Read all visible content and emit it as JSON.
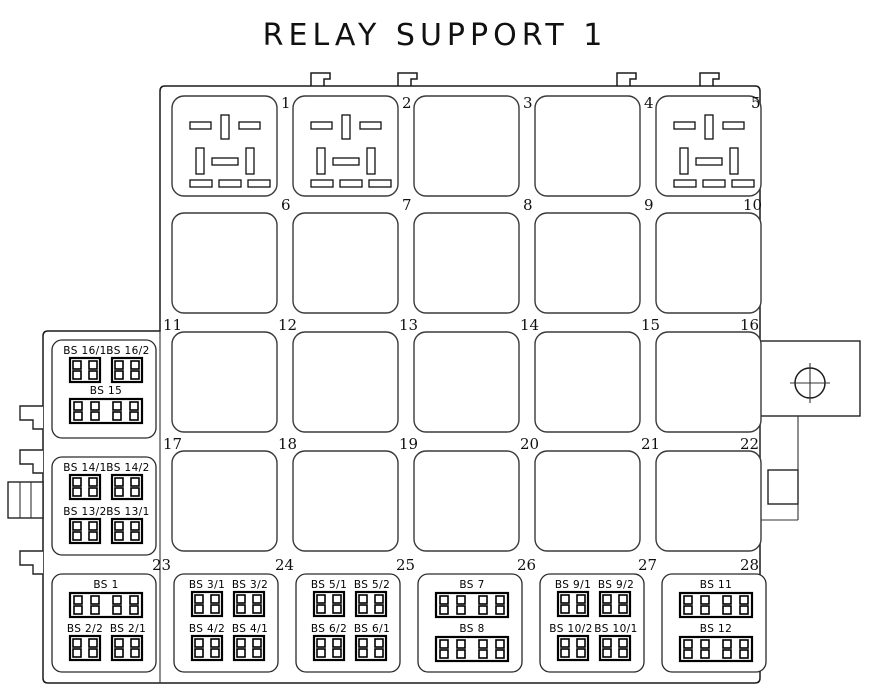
{
  "title": "RELAY SUPPORT 1",
  "diagram": {
    "kind": "relay-and-fuse-box-layout",
    "grid_numbers": [
      1,
      2,
      3,
      4,
      5,
      6,
      7,
      8,
      9,
      10,
      11,
      12,
      13,
      14,
      15,
      16,
      17,
      18,
      19,
      20,
      21,
      22,
      23,
      24,
      25,
      26,
      27,
      28
    ],
    "relay_sockets": [
      {
        "number": "1",
        "populated": true
      },
      {
        "number": "2",
        "populated": true
      },
      {
        "number": "3",
        "populated": false
      },
      {
        "number": "4",
        "populated": false
      },
      {
        "number": "5",
        "populated": true
      },
      {
        "number": "6",
        "populated": false
      },
      {
        "number": "7",
        "populated": false
      },
      {
        "number": "8",
        "populated": false
      },
      {
        "number": "9",
        "populated": false
      },
      {
        "number": "10",
        "populated": false
      },
      {
        "number": "11",
        "populated": false
      },
      {
        "number": "12",
        "populated": false
      },
      {
        "number": "13",
        "populated": false
      },
      {
        "number": "14",
        "populated": false
      },
      {
        "number": "15",
        "populated": false
      },
      {
        "number": "16",
        "populated": false
      },
      {
        "number": "17",
        "populated": false
      },
      {
        "number": "18",
        "populated": false
      },
      {
        "number": "19",
        "populated": false
      },
      {
        "number": "20",
        "populated": false
      },
      {
        "number": "21",
        "populated": false
      },
      {
        "number": "22",
        "populated": false
      }
    ],
    "fuse_groups": [
      {
        "id": "group-16-15",
        "position": "left-column-upper",
        "items": [
          {
            "label": "BS 16/1",
            "pins": "2x2"
          },
          {
            "label": "BS 16/2",
            "pins": "2x2"
          },
          {
            "label": "BS 15",
            "pins": "4x2"
          }
        ]
      },
      {
        "id": "group-14-13",
        "position": "left-column-middle",
        "items": [
          {
            "label": "BS 14/1",
            "pins": "2x2"
          },
          {
            "label": "BS 14/2",
            "pins": "2x2"
          },
          {
            "label": "BS 13/2",
            "pins": "2x2"
          },
          {
            "label": "BS 13/1",
            "pins": "2x2"
          }
        ]
      },
      {
        "id": "group-1-2",
        "position": "bottom-row-1",
        "items": [
          {
            "label": "BS 1",
            "pins": "4x2"
          },
          {
            "label": "BS 2/2",
            "pins": "2x2"
          },
          {
            "label": "BS 2/1",
            "pins": "2x2"
          }
        ]
      },
      {
        "id": "group-3-4",
        "position": "bottom-row-2",
        "items": [
          {
            "label": "BS 3/1",
            "pins": "2x2"
          },
          {
            "label": "BS 3/2",
            "pins": "2x2"
          },
          {
            "label": "BS 4/2",
            "pins": "2x2"
          },
          {
            "label": "BS 4/1",
            "pins": "2x2"
          }
        ]
      },
      {
        "id": "group-5-6",
        "position": "bottom-row-3",
        "items": [
          {
            "label": "BS 5/1",
            "pins": "2x2"
          },
          {
            "label": "BS 5/2",
            "pins": "2x2"
          },
          {
            "label": "BS 6/2",
            "pins": "2x2"
          },
          {
            "label": "BS 6/1",
            "pins": "2x2"
          }
        ]
      },
      {
        "id": "group-7-8",
        "position": "bottom-row-4",
        "items": [
          {
            "label": "BS 7",
            "pins": "4x2"
          },
          {
            "label": "BS 8",
            "pins": "4x2"
          }
        ]
      },
      {
        "id": "group-9-10",
        "position": "bottom-row-5",
        "items": [
          {
            "label": "BS 9/1",
            "pins": "2x2"
          },
          {
            "label": "BS 9/2",
            "pins": "2x2"
          },
          {
            "label": "BS 10/2",
            "pins": "2x2"
          },
          {
            "label": "BS 10/1",
            "pins": "2x2"
          }
        ]
      },
      {
        "id": "group-11-12",
        "position": "bottom-row-6",
        "items": [
          {
            "label": "BS 11",
            "pins": "4x2"
          },
          {
            "label": "BS 12",
            "pins": "4x2"
          }
        ]
      }
    ],
    "hardware": {
      "top_tabs": 4,
      "left_clips": 3,
      "left_connector": 1,
      "right_bracket_hole": 1,
      "right_small_block": 1
    },
    "colors": {
      "line": "#1a1a1a",
      "background": "#ffffff"
    }
  },
  "labels": {
    "bs_16_1": "BS 16/1",
    "bs_16_2": "BS 16/2",
    "bs_15": "BS 15",
    "bs_14_1": "BS 14/1",
    "bs_14_2": "BS 14/2",
    "bs_13_2": "BS 13/2",
    "bs_13_1": "BS 13/1",
    "bs_1": "BS 1",
    "bs_2_2": "BS 2/2",
    "bs_2_1": "BS 2/1",
    "bs_3_1": "BS 3/1",
    "bs_3_2": "BS 3/2",
    "bs_4_2": "BS 4/2",
    "bs_4_1": "BS 4/1",
    "bs_5_1": "BS 5/1",
    "bs_5_2": "BS 5/2",
    "bs_6_2": "BS 6/2",
    "bs_6_1": "BS 6/1",
    "bs_7": "BS 7",
    "bs_8": "BS 8",
    "bs_9_1": "BS 9/1",
    "bs_9_2": "BS 9/2",
    "bs_10_2": "BS 10/2",
    "bs_10_1": "BS 10/1",
    "bs_11": "BS 11",
    "bs_12": "BS 12"
  },
  "numbers": {
    "n1": "1",
    "n2": "2",
    "n3": "3",
    "n4": "4",
    "n5": "5",
    "n6": "6",
    "n7": "7",
    "n8": "8",
    "n9": "9",
    "n10": "10",
    "n11": "11",
    "n12": "12",
    "n13": "13",
    "n14": "14",
    "n15": "15",
    "n16": "16",
    "n17": "17",
    "n18": "18",
    "n19": "19",
    "n20": "20",
    "n21": "21",
    "n22": "22",
    "n23": "23",
    "n24": "24",
    "n25": "25",
    "n26": "26",
    "n27": "27",
    "n28": "28"
  }
}
